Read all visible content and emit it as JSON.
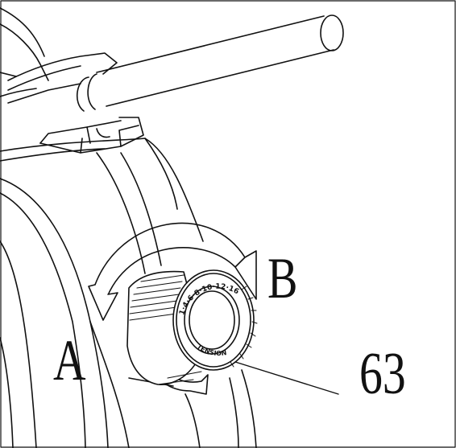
{
  "labels": {
    "direction_a": "A",
    "direction_b": "B",
    "part_number": "63"
  },
  "knob": {
    "scale": "1·4·6·8·10·12·16",
    "caption": "TENSION"
  },
  "colors": {
    "line": "#111111",
    "background": "#ffffff"
  }
}
